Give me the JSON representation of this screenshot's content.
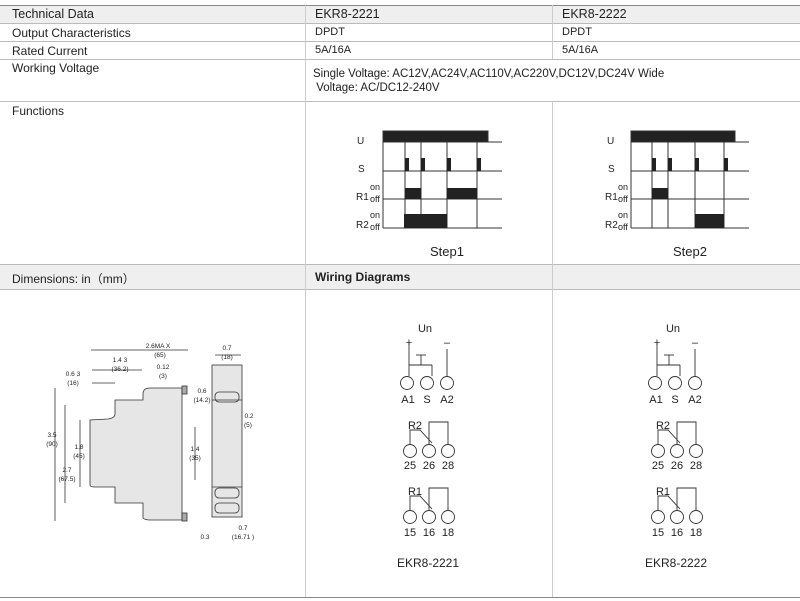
{
  "table": {
    "header": {
      "label": "Technical Data",
      "col1": "EKR8-2221",
      "col2": "EKR8-2222"
    },
    "rows": [
      {
        "label": "Output Characteristics",
        "col1": "DPDT",
        "col2": "DPDT"
      },
      {
        "label": "Rated Current",
        "col1": "5A/16A",
        "col2": "5A/16A"
      },
      {
        "label": "Working Voltage",
        "line1": "Single Voltage: AC12V,AC24V,AC110V,AC220V,DC12V,DC24V Wide",
        "line2": " Voltage: AC/DC12-240V"
      },
      {
        "label": "Functions"
      }
    ],
    "section2": {
      "label": "Dimensions: in（mm）",
      "col1": "Wiring Diagrams"
    }
  },
  "timing": {
    "labels": {
      "u": "U",
      "s": "S",
      "r1": "R1",
      "r2": "R2",
      "on": "on",
      "off": "off"
    },
    "step1": "Step1",
    "step2": "Step2"
  },
  "dimensions": {
    "width": "2.6MA X",
    "width_mm": "(65)",
    "d143": "1.4 3",
    "d143_mm": "(36.2)",
    "d063": "0.6 3",
    "d063_mm": "(16)",
    "d012": "0.12",
    "d012_mm": "(3)",
    "d35": "3.5",
    "d35_mm": "(90)",
    "d18": "1.8",
    "d18_mm": "(45)",
    "d27": "2.7",
    "d27_mm": "(67.5)",
    "d14": "1.4",
    "d14_mm": "(35)",
    "d07": "0.7",
    "d07_mm": "(18)",
    "d06": "0.6",
    "d06_mm": "(14.2)",
    "d02": "0.2",
    "d02_mm": "(5)",
    "d03": "0.3",
    "d07b": "0.7",
    "d07b_mm": "(16.71 )"
  },
  "wiring": {
    "un": "Un",
    "plus": "+",
    "minus": "–",
    "terminals_top": [
      "A1",
      "S",
      "A2"
    ],
    "r2": "R2",
    "terminals_r2": [
      "25",
      "26",
      "28"
    ],
    "r1": "R1",
    "terminals_r1": [
      "15",
      "16",
      "18"
    ],
    "model1": "EKR8-2221",
    "model2": "EKR8-2222"
  }
}
